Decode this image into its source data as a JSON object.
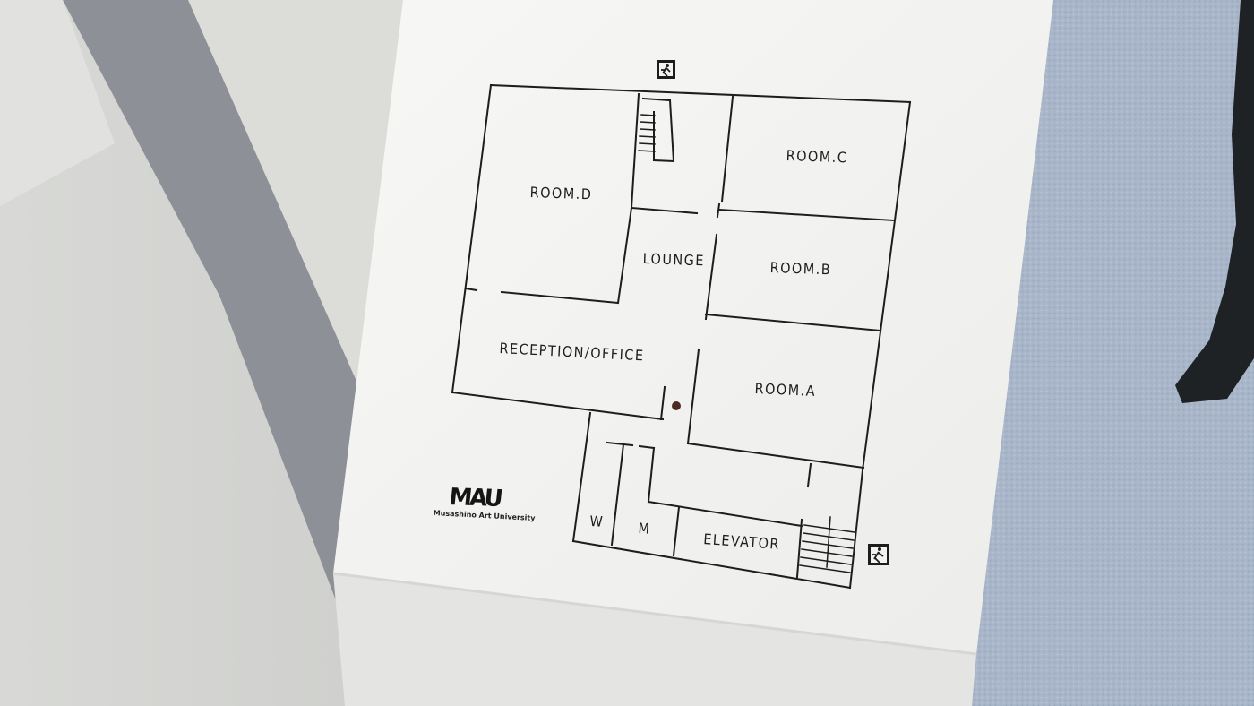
{
  "floor_map": {
    "rooms": {
      "room_d": "ROOM.D",
      "room_c": "ROOM.C",
      "room_b": "ROOM.B",
      "room_a": "ROOM.A",
      "lounge": "LOUNGE",
      "reception": "RECEPTION/OFFICE",
      "elevator": "ELEVATOR",
      "women_restroom": "W",
      "men_restroom": "M"
    },
    "icons": [
      "emergency-exit-icon",
      "stairs-icon",
      "current-location-marker"
    ]
  },
  "brand": {
    "logo": "MAU",
    "name": "Musashino Art University"
  },
  "colors": {
    "sign_face": "#f3f3f1",
    "ink": "#1d1d1d",
    "location_dot": "#4a2a22",
    "carpet": "#a7b4c8"
  }
}
